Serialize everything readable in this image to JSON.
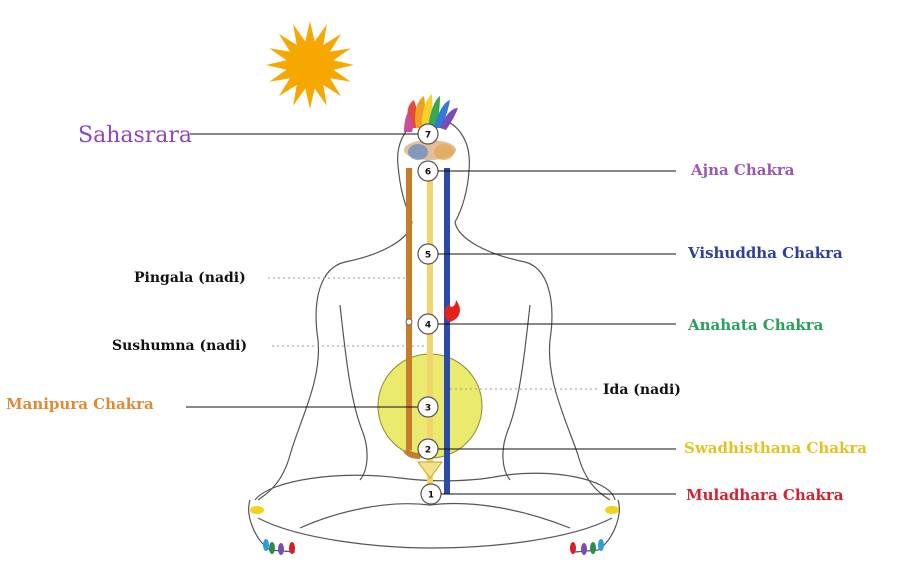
{
  "colors": {
    "sahasrara": "#8e44c4",
    "ajna": "#9b59b6",
    "vishuddha": "#2f3f9e",
    "anahata": "#27a05a",
    "manipura": "#e08a35",
    "swadhisthana": "#e6c21f",
    "muladhara": "#d6222e",
    "sun": "#f6a800",
    "moon": "#58b4ee",
    "ida": "#2b4aa8",
    "pingala": "#c77c2a",
    "sushumna": "#f1d46a",
    "manipura_disc": "#eaea6e"
  },
  "labels": {
    "sahasrara": "Sahasrara",
    "ajna": "Ajna Chakra",
    "vishuddha": "Vishuddha Chakra",
    "anahata": "Anahata Chakra",
    "manipura": "Manipura Chakra",
    "swadhisthana": "Swadhisthana Chakra",
    "muladhara": "Muladhara Chakra",
    "pingala": "Pingala (nadi)",
    "sushumna": "Sushumna (nadi)",
    "ida": "Ida (nadi)"
  },
  "chakra_numbers": [
    "1",
    "2",
    "3",
    "4",
    "5",
    "6",
    "7"
  ],
  "icons": {
    "sun": "sun-icon",
    "moon": "crescent-moon-icon",
    "heart_flame": "flame-icon"
  }
}
